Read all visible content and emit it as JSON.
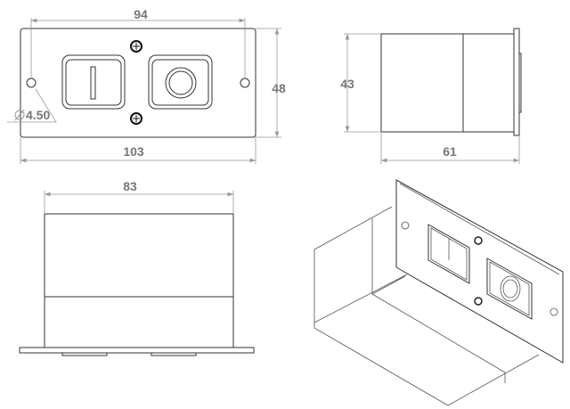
{
  "front_view": {
    "width_holes": "94",
    "height": "48",
    "width_total": "103",
    "hole_diameter": "4.50",
    "diameter_symbol": "Ø"
  },
  "side_view": {
    "height": "43",
    "depth": "61"
  },
  "bottom_view": {
    "width": "83"
  }
}
